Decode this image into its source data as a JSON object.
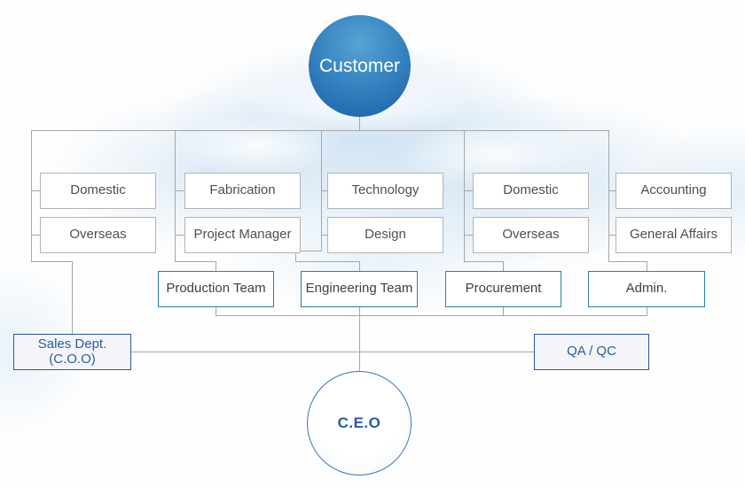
{
  "diagram": {
    "customer": {
      "label": "Customer"
    },
    "ceo": {
      "label": "C.E.O"
    },
    "executives": {
      "sales": {
        "label": "Sales Dept. (C.O.O)"
      },
      "qa": {
        "label": "QA / QC"
      }
    },
    "columns": [
      {
        "row1": "Domestic",
        "row2": "Overseas"
      },
      {
        "row1": "Fabrication",
        "row2": "Project Manager"
      },
      {
        "row1": "Technology",
        "row2": "Design"
      },
      {
        "row1": "Domestic",
        "row2": "Overseas"
      },
      {
        "row1": "Accounting",
        "row2": "General Affairs"
      }
    ],
    "teams": [
      {
        "label": "Production Team"
      },
      {
        "label": "Engineering Team"
      },
      {
        "label": "Procurement"
      },
      {
        "label": "Admin."
      }
    ],
    "colors": {
      "customer_circle_top": "#58a3d5",
      "customer_circle_bottom": "#1c5ea8",
      "connector_line": "#a6a6a6",
      "dept_box_border": "#b3b3b3",
      "dept_box_text": "#4f4f4f",
      "team_box_border": "#2d7ca9",
      "exec_box_border": "#2857a6",
      "exec_box_bg": "#f3f5f8",
      "exec_text": "#2b5aa5"
    }
  }
}
